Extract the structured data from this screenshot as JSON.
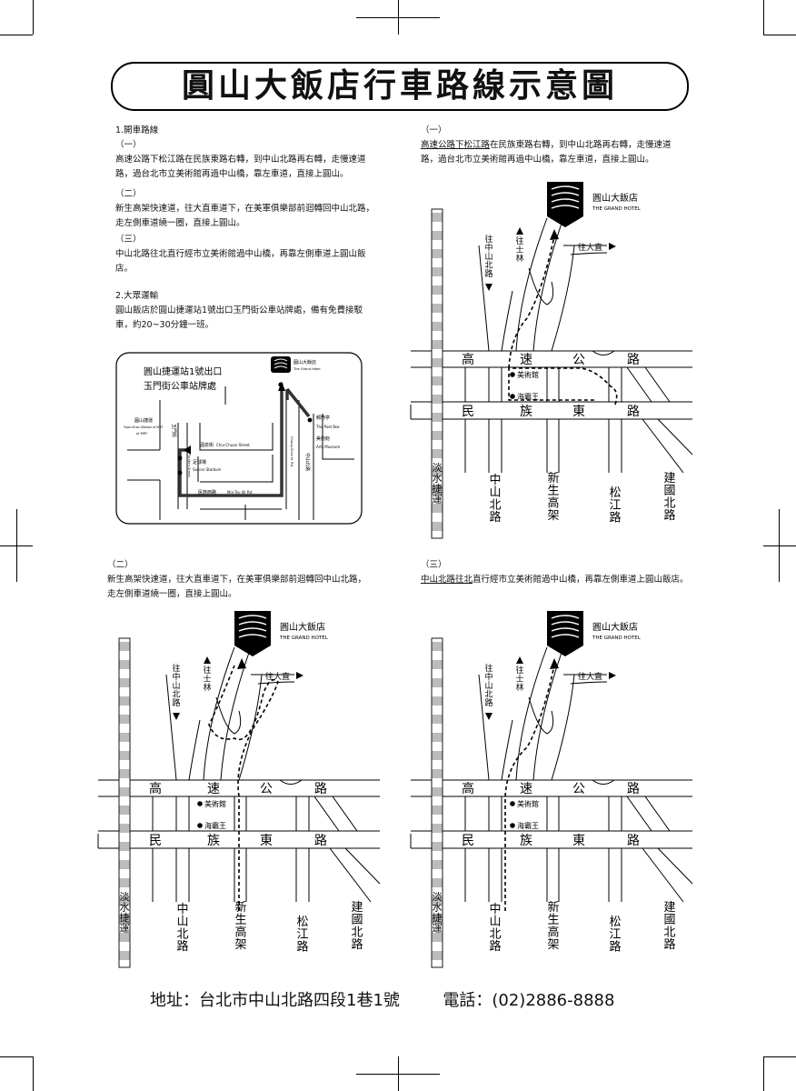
{
  "title": "圓山大飯店行車路線示意圖",
  "left_text": {
    "heading1": "1.開車路線",
    "r1_label": "（一）",
    "r1_text": "高速公路下松江路在民族東路右轉，到中山北路再右轉，走慢速道路，過台北市立美術館再過中山橋，靠左車道，直接上圓山。",
    "r2_label": "（二）",
    "r2_text": "新生高架快速道，往大直車道下，在美軍俱樂部前迴轉回中山北路，走左側車道繞一圈，直接上圓山。",
    "r3_label": "（三）",
    "r3_text": "中山北路往北直行經市立美術館過中山橋，再靠左側車道上圓山飯店。",
    "heading2": "2.大眾運輸",
    "transit_text": "圓山飯店於圓山捷運站1號出口玉門街公車站牌處，備有免費接駁車，約20~30分鐘一班。"
  },
  "small_map": {
    "station_line1": "圓山捷運站1號出口",
    "station_line2": "玉門街公車站牌處",
    "hotel_cn": "圓山大飯店",
    "hotel_en": "The Grand Hotel",
    "mrt_cn": "圓山捷運",
    "mrt_en": "Yuan-Shan Station of MRT",
    "yumen_cn": "玉門街",
    "yumen_en": "Yu Men Street",
    "jiuquan_cn": "酒泉街",
    "jiuquan_en": "Chiu-Chuan Street",
    "soccer_cn": "足球場",
    "soccer_en": "Soccer Stadium",
    "minzu_cn": "民族西路",
    "minzu_en": "Min-Tsu W. Rd.",
    "zhongshan_cn": "中山北路",
    "zhongshan_en": "Chung-Shan N. Rd.",
    "postbox_cn": "郵筒亭",
    "postbox_en": "The Post Box",
    "museum_cn": "美術館",
    "museum_en": "Arts Museum"
  },
  "maps": {
    "route1": {
      "label": "（一）",
      "text_a": "高速公路下松江路",
      "text_b": "在民族東路右轉，到中山北路再右轉，走慢速道",
      "text_c": "路，過台北市立美術館再過中山橋，靠左車道，直接上圓山。"
    },
    "route2": {
      "label": "（二）",
      "text_a": "新生高架快速道，往大直車道下，在美軍俱樂部前迴轉回中山北路，",
      "text_b": "走左側車道繞一圈，直接上圓山。"
    },
    "route3": {
      "label": "（三）",
      "text_a": "中山北路往北",
      "text_b": "直行經市立美術館過中山橋，再靠左側車道上圓山飯店。"
    },
    "hotel_cn": "圓山大飯店",
    "hotel_en": "THE GRAND HOTEL",
    "to_shilin": "往士林",
    "to_zhongshan": "往中山北路",
    "to_dazhi": "往大直",
    "highway": [
      "高",
      "速",
      "公",
      "路"
    ],
    "minzu": [
      "民",
      "族",
      "東",
      "路"
    ],
    "museum": "美術館",
    "club": "海霸王",
    "tamsui": "淡水捷運",
    "zhongshan": "中山北路",
    "xinsheng": "新生高架",
    "songjiang": "松江路",
    "jianguo": "建國北路"
  },
  "footer": {
    "address": "地址：台北市中山北路四段1巷1號",
    "phone": "電話：(02)2886-8888"
  },
  "colors": {
    "ink": "#111111",
    "rail_gray": "#bbbbbb"
  }
}
